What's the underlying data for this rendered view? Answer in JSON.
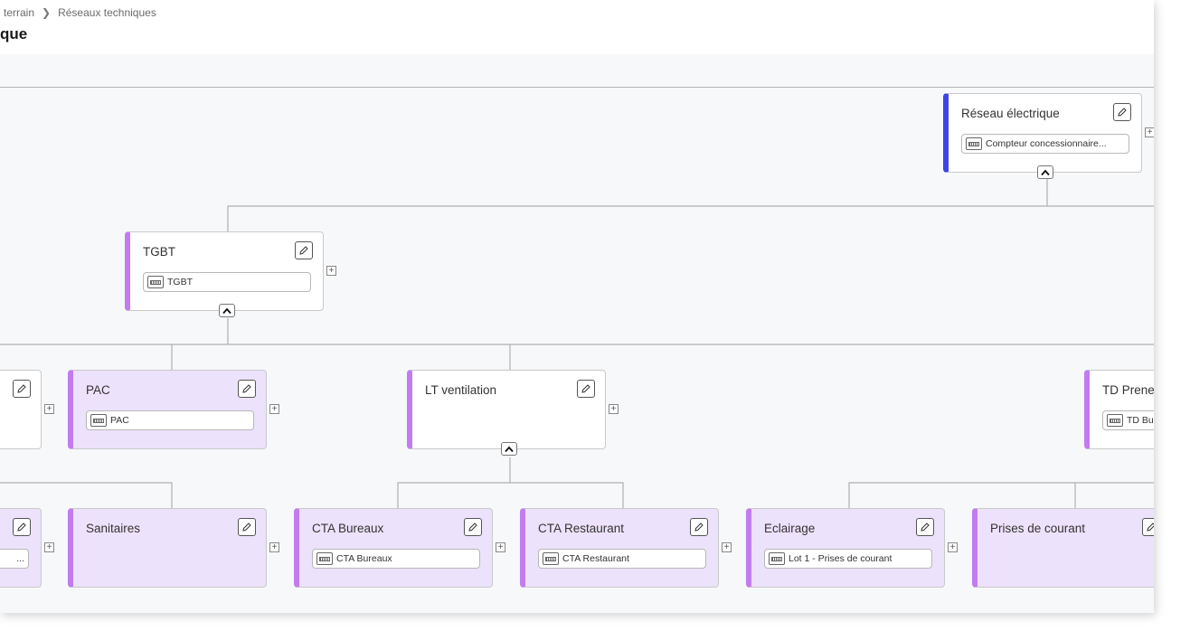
{
  "breadcrumb": {
    "items": [
      "terrain",
      "Réseaux techniques"
    ]
  },
  "page": {
    "title": "que"
  },
  "nodes": {
    "reseau_electrique": {
      "title": "Réseau électrique",
      "meter": "Compteur concessionnaire..."
    },
    "tgbt": {
      "title": "TGBT",
      "meter": "TGBT"
    },
    "left_partial_1": {
      "title": "",
      "meter": ""
    },
    "pac": {
      "title": "PAC",
      "meter": "PAC"
    },
    "lt_ventilation": {
      "title": "LT ventilation",
      "meter": ""
    },
    "td_prene": {
      "title": "TD Prene",
      "meter": "TD Bu"
    },
    "left_partial_2": {
      "title": "",
      "meter": "..."
    },
    "sanitaires": {
      "title": "Sanitaires",
      "meter": ""
    },
    "cta_bureaux": {
      "title": "CTA Bureaux",
      "meter": "CTA Bureaux"
    },
    "cta_restaurant": {
      "title": "CTA Restaurant",
      "meter": "CTA Restaurant"
    },
    "eclairage": {
      "title": "Eclairage",
      "meter": "Lot 1 - Prises de courant"
    },
    "prises_de_courant": {
      "title": "Prises de courant",
      "meter": ""
    }
  },
  "colors": {
    "accent_purple": "#c27cf0",
    "accent_blue": "#3d45e8",
    "node_fill_purple": "#ece2fb"
  },
  "icons": [
    "chevron-right-icon",
    "pencil-icon",
    "meter-icon",
    "plus-icon",
    "chevron-up-icon"
  ]
}
